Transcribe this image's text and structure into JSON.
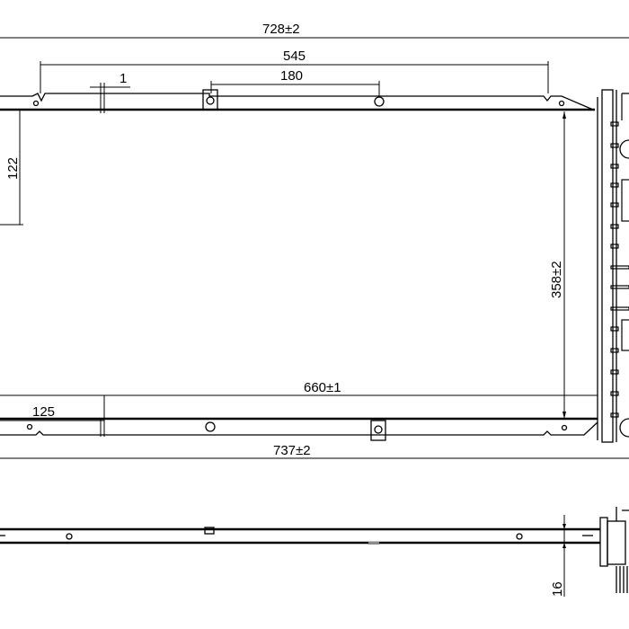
{
  "drawing": {
    "title": "Radiator technical drawing",
    "dimensions": {
      "overall_top_width": "728±2",
      "mount_spacing_top": "545",
      "offset_small": "1",
      "bracket_spacing_top": "180",
      "top_offset_vertical": "122",
      "core_height": "358±2",
      "core_width": "660±1",
      "bottom_offset": "125",
      "overall_bottom_width": "737±2",
      "core_thickness": "16"
    }
  }
}
